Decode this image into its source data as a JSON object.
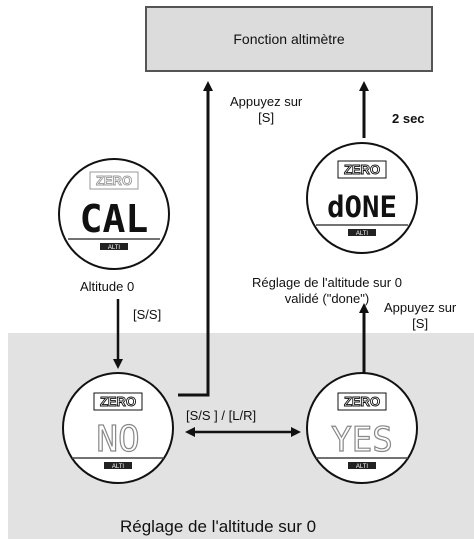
{
  "top_box": {
    "label": "Fonction altimètre"
  },
  "labels": {
    "appuyez_s_left": [
      "Appuyez sur",
      "[S]"
    ],
    "two_sec": "2 sec",
    "altitude_0": "Altitude 0",
    "s_s": "[S/S]",
    "done_valid": [
      "Réglage de l'altitude sur 0",
      "validé (\"done\")"
    ],
    "appuyez_s_right": [
      "Appuyez sur",
      "[S]"
    ],
    "sss_lr": "[S/S ] / [L/R]",
    "panel_caption": "Réglage de l'altitude sur 0"
  },
  "watches": {
    "cal": {
      "header": "ZERO",
      "digits": "CAL",
      "footer": "ALTI"
    },
    "done": {
      "header": "ZERO",
      "digits": "dONE",
      "footer": "ALTI"
    },
    "no": {
      "header": "ZERO",
      "digits": "NO",
      "footer": "ALTI"
    },
    "yes": {
      "header": "ZERO",
      "digits": "YES",
      "footer": "ALTI"
    }
  },
  "colors": {
    "panel": "#e2e2e2",
    "box": "#dcdcdc",
    "arrow": "#111111"
  }
}
